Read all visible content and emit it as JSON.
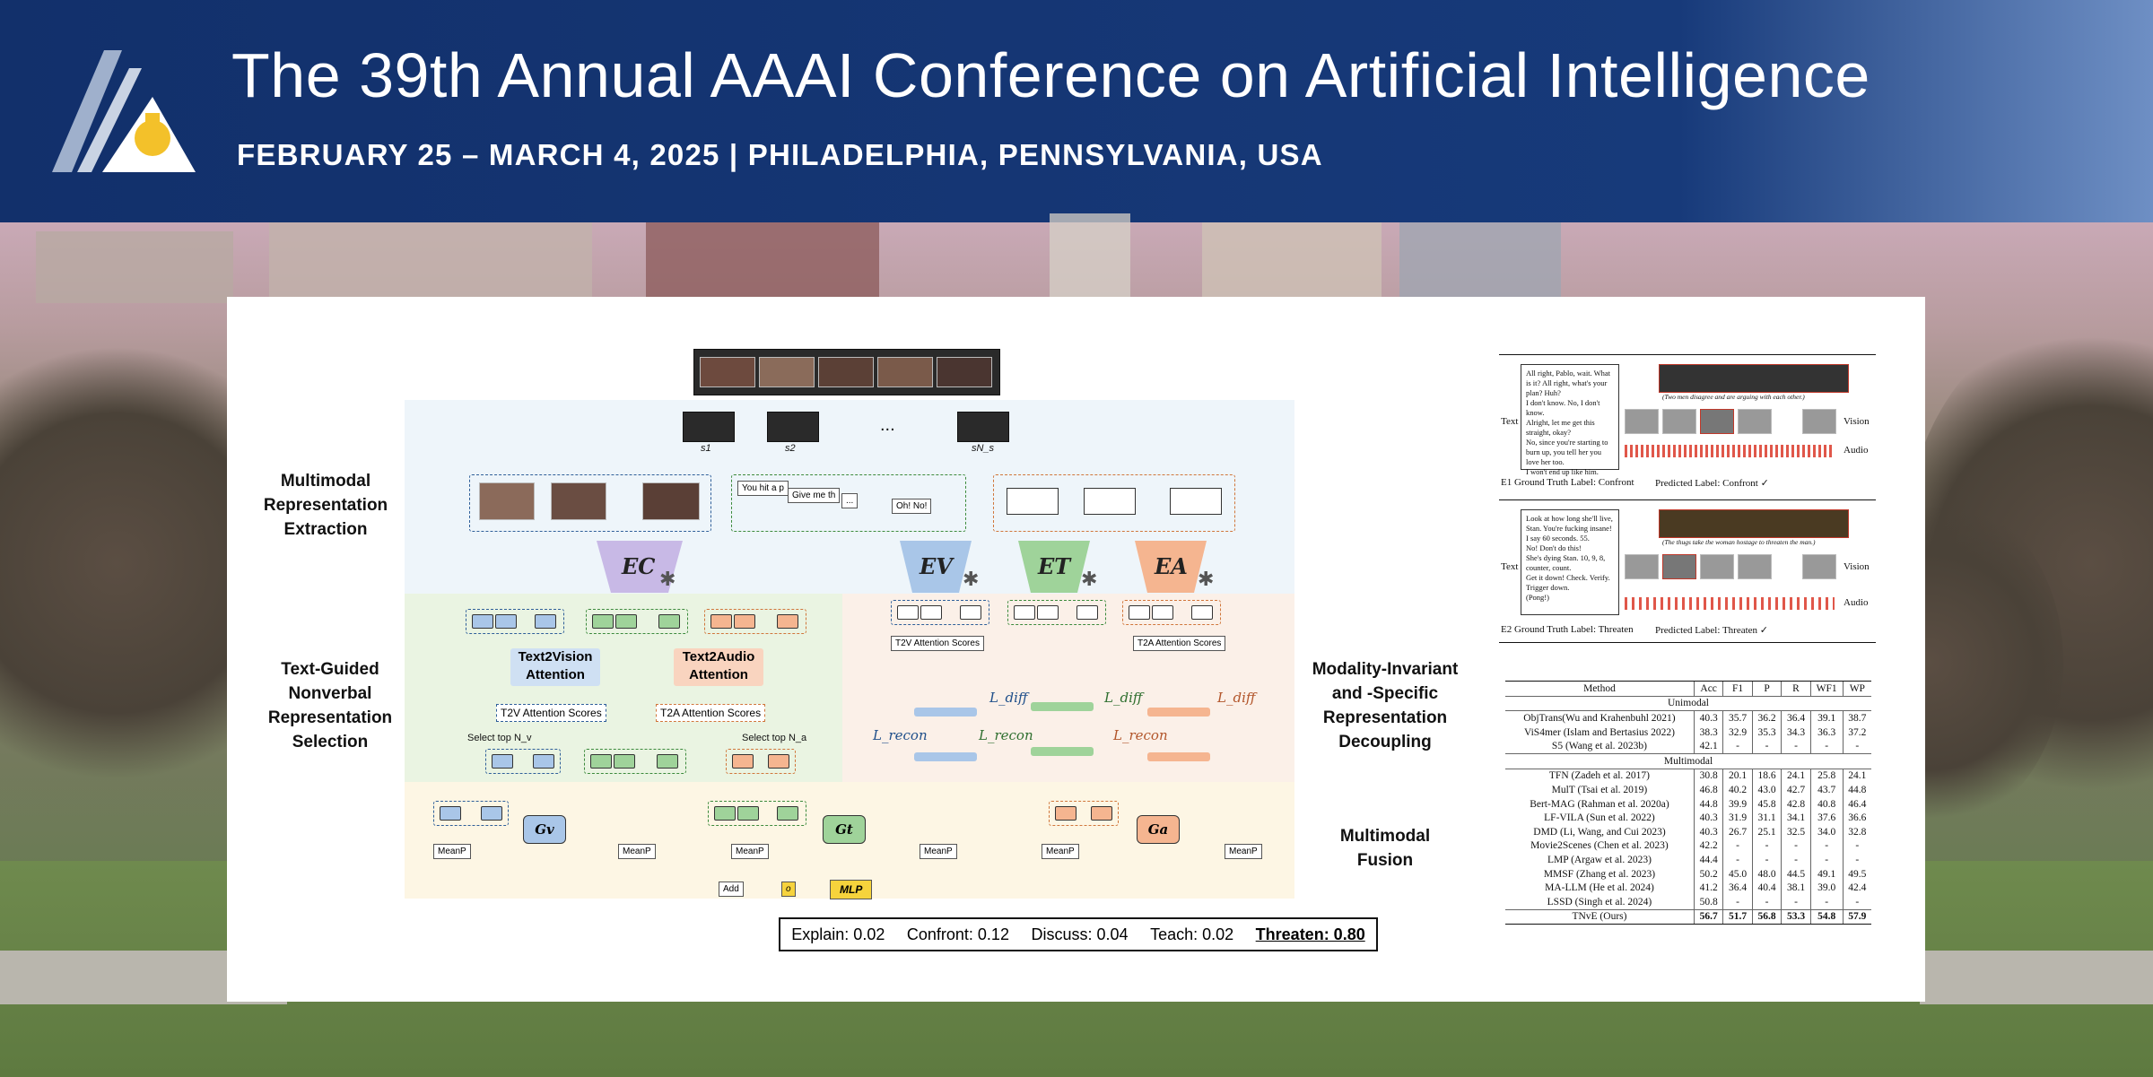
{
  "header": {
    "title": "The 39th Annual AAAI Conference on Artificial Intelligence",
    "date_location": "FEBRUARY 25 – MARCH 4, 2025 | PHILADELPHIA, PENNSYLVANIA, USA",
    "colors": {
      "banner": "#173a7a",
      "accent_yellow": "#f3c12a"
    },
    "logo_icon": "aaai-liberty-bell-logo-icon"
  },
  "diagram": {
    "section_labels": {
      "extraction": "Multimodal Representation Extraction",
      "selection": "Text-Guided Nonverbal Representation Selection",
      "decoupling": "Modality-Invariant and -Specific Representation Decoupling",
      "fusion": "Multimodal Fusion"
    },
    "segments": [
      "s1",
      "s2",
      "...",
      "sN_s"
    ],
    "text_bubbles": [
      "You hit a p",
      "Give me th",
      "...",
      "Oh! No!"
    ],
    "encoders": {
      "common": "EC",
      "vision": "EV",
      "text": "ET",
      "audio": "EA"
    },
    "attention": {
      "text2vision": "Text2Vision Attention",
      "text2audio": "Text2Audio Attention",
      "t2v_scores": "T2V Attention Scores",
      "t2a_scores": "T2A Attention Scores",
      "select_v": "Select top N_v",
      "select_a": "Select top N_a"
    },
    "losses": {
      "recon": "L_recon",
      "diff": "L_diff"
    },
    "fusion_nodes": {
      "gv": "Gv",
      "gt": "Gt",
      "ga": "Ga",
      "meanp": "MeanP",
      "add": "Add",
      "o": "o",
      "mlp": "MLP"
    },
    "colors": {
      "vision": "#a9c6e8",
      "text": "#9fd39a",
      "audio": "#f5b590",
      "common": "#c8b9e6",
      "mlp": "#f6d33c"
    },
    "result": {
      "explain": "Explain: 0.02",
      "confront": "Confront: 0.12",
      "discuss": "Discuss: 0.04",
      "teach": "Teach: 0.02",
      "threaten": "Threaten: 0.80"
    }
  },
  "cases": {
    "case1": {
      "dialogue": [
        "All right, Pablo, wait. What is it? All right, what's your plan? Huh?",
        "I don't know. No, I don't know.",
        "Alright, let me get this straight, okay?",
        "No, since you're starting to burn up, you tell her you love her too.",
        "I won't end up like him."
      ],
      "caption": "(Two men disagree and are arguing with each other.)",
      "labels": {
        "text": "Text",
        "vision": "Vision",
        "audio": "Audio"
      },
      "ground_truth": "E1 Ground Truth Label: Confront",
      "predicted": "Predicted Label: Confront ✓"
    },
    "case2": {
      "dialogue": [
        "Look at how long she'll live, Stan. You're fucking insane! I say 60 seconds. 55.",
        "No! Don't do this!",
        "She's dying Stan. 10, 9, 8, counter, count.",
        "Get it down! Check. Verify. Trigger down.",
        "(Pong!)"
      ],
      "caption": "(The thugs take the woman hostage to threaten the man.)",
      "labels": {
        "text": "Text",
        "vision": "Vision",
        "audio": "Audio"
      },
      "ground_truth": "E2 Ground Truth Label: Threaten",
      "predicted": "Predicted Label: Threaten ✓"
    }
  },
  "table": {
    "columns": [
      "Method",
      "Acc",
      "F1",
      "P",
      "R",
      "WF1",
      "WP"
    ],
    "groups": [
      {
        "name": "Unimodal",
        "rows": [
          [
            "ObjTrans(Wu and Krahenbuhl 2021)",
            "40.3",
            "35.7",
            "36.2",
            "36.4",
            "39.1",
            "38.7"
          ],
          [
            "ViS4mer (Islam and Bertasius 2022)",
            "38.3",
            "32.9",
            "35.3",
            "34.3",
            "36.3",
            "37.2"
          ],
          [
            "S5 (Wang et al. 2023b)",
            "42.1",
            "-",
            "-",
            "-",
            "-",
            "-"
          ]
        ]
      },
      {
        "name": "Multimodal",
        "rows": [
          [
            "TFN (Zadeh et al. 2017)",
            "30.8",
            "20.1",
            "18.6",
            "24.1",
            "25.8",
            "24.1"
          ],
          [
            "MulT (Tsai et al. 2019)",
            "46.8",
            "40.2",
            "43.0",
            "42.7",
            "43.7",
            "44.8"
          ],
          [
            "Bert-MAG (Rahman et al. 2020a)",
            "44.8",
            "39.9",
            "45.8",
            "42.8",
            "40.8",
            "46.4"
          ],
          [
            "LF-VILA (Sun et al. 2022)",
            "40.3",
            "31.9",
            "31.1",
            "34.1",
            "37.6",
            "36.6"
          ],
          [
            "DMD (Li, Wang, and Cui 2023)",
            "40.3",
            "26.7",
            "25.1",
            "32.5",
            "34.0",
            "32.8"
          ],
          [
            "Movie2Scenes (Chen et al. 2023)",
            "42.2",
            "-",
            "-",
            "-",
            "-",
            "-"
          ],
          [
            "LMP (Argaw et al. 2023)",
            "44.4",
            "-",
            "-",
            "-",
            "-",
            "-"
          ],
          [
            "MMSF (Zhang et al. 2023)",
            "50.2",
            "45.0",
            "48.0",
            "44.5",
            "49.1",
            "49.5"
          ],
          [
            "MA-LLM (He et al. 2024)",
            "41.2",
            "36.4",
            "40.4",
            "38.1",
            "39.0",
            "42.4"
          ],
          [
            "LSSD (Singh et al. 2024)",
            "50.8",
            "-",
            "-",
            "-",
            "-",
            "-"
          ]
        ]
      }
    ],
    "ours": [
      "TNvE (Ours)",
      "56.7",
      "51.7",
      "56.8",
      "53.3",
      "54.8",
      "57.9"
    ]
  }
}
